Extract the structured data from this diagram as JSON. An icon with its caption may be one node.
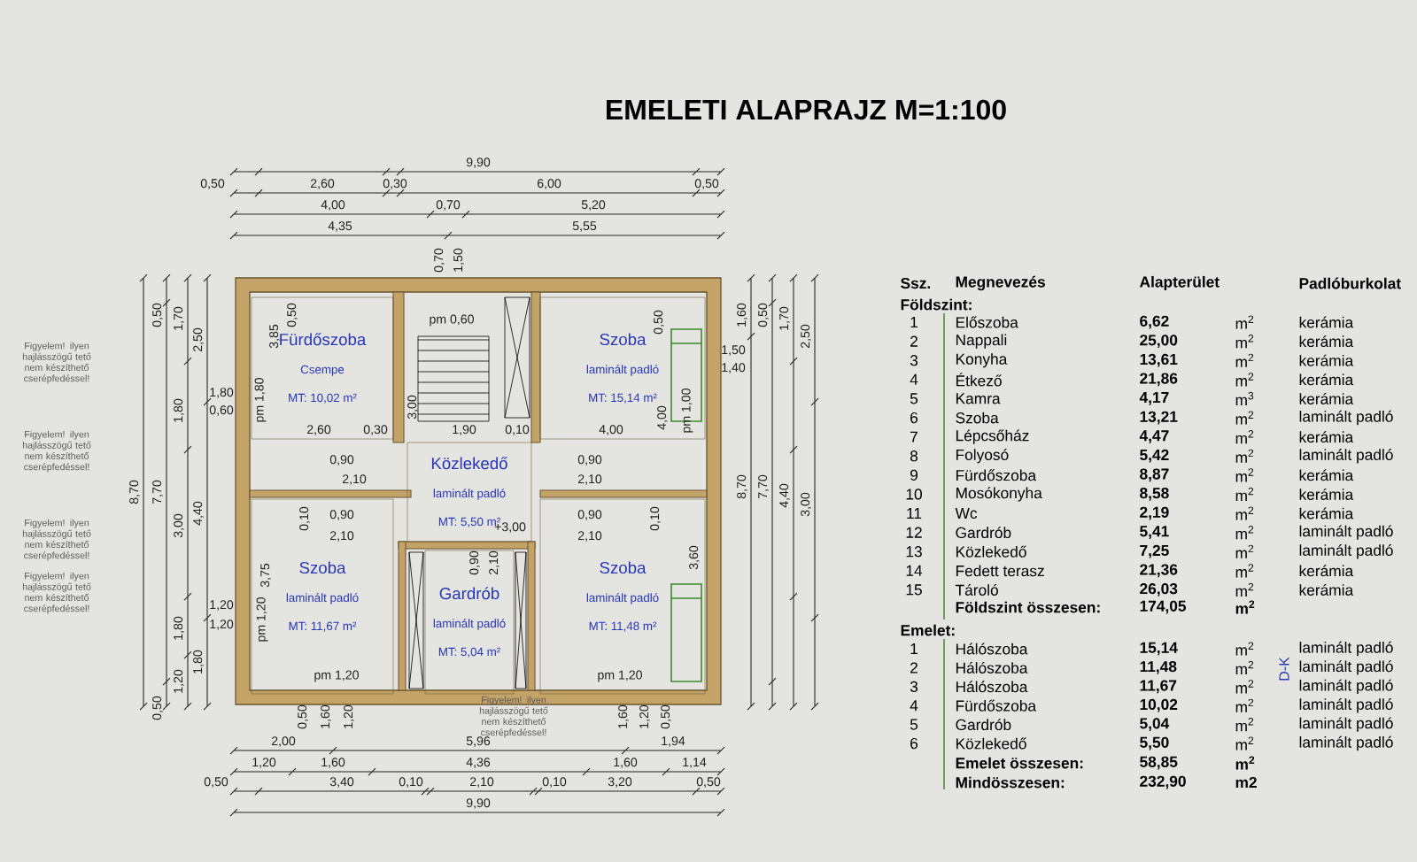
{
  "diagram": {
    "title": "EMELETI ALAPRAJZ  M=1:100",
    "nodes": [
      {
        "text": [
          "Fürdőszoba",
          "Csempe",
          "MT: 10,02 m²"
        ]
      },
      {
        "text": [
          "Szoba",
          "laminált padló",
          "MT: 15,14 m²"
        ]
      },
      {
        "text": [
          "Közlekedő",
          "laminált padló",
          "MT: 5,50 m²"
        ]
      },
      {
        "text": [
          "Szoba",
          "laminált padló",
          "MT: 11,67 m²"
        ]
      },
      {
        "text": [
          "Gardrób",
          "laminált padló",
          "MT: 5,04 m²"
        ]
      },
      {
        "text": [
          "Szoba",
          "laminált padló",
          "MT: 11,48 m²"
        ]
      }
    ],
    "labels": [
      "9,90",
      "0,50",
      "2,60",
      "0,30",
      "6,00",
      "0,50",
      "4,00",
      "0,70",
      "5,20",
      "4,35",
      "5,55",
      "0,70",
      "1,50",
      "0,50",
      "1,70",
      "2,50",
      "1,80",
      "0,60",
      "8,70",
      "7,70",
      "1,80",
      "3,00",
      "4,40",
      "1,80",
      "1,20",
      "1,20",
      "1,20",
      "1,80",
      "0,50",
      "1,50",
      "1,40",
      "1,60",
      "0,50",
      "1,70",
      "2,50",
      "8,70",
      "7,70",
      "4,40",
      "3,00",
      "0,50",
      "1,60",
      "1,20",
      "1,60",
      "1,20",
      "0,50",
      "2,00",
      "5,96",
      "1,94",
      "1,20",
      "1,60",
      "4,36",
      "1,60",
      "1,14",
      "0,50",
      "3,40",
      "0,10",
      "2,10",
      "0,10",
      "3,20",
      "0,50",
      "9,90",
      "0,50",
      "pm 0,60",
      "0,50",
      "pm 1,00",
      "4,00",
      "3,85",
      "pm 1,80",
      "2,60",
      "0,30",
      "3,00",
      "1,90",
      "0,10",
      "4,00",
      "0,90",
      "2,10",
      "0,90",
      "2,10",
      "0,10",
      "0,10",
      "0,90",
      "2,10",
      "+3,00",
      "0,90",
      "2,10",
      "0,90",
      "2,10",
      "3,75",
      "3,60",
      "pm 1,20",
      "pm 1,20",
      "pm 1,20",
      "Figyelem! ilyen hajlásszögű tető nem készíthető cserépfedéssel!",
      "Figyelem! ilyen hajlásszögű tető nem készíthető cserépfedéssel!",
      "Figyelem! ilyen hajlásszögű tető nem készíthető cserépfedéssel!",
      "Figyelem! ilyen hajlásszögű tető nem készíthető cserépfedéssel!",
      "Figyelem! ilyen hajlásszögű tető nem készíthető cserépfedéssel!",
      "D-K",
      "Ssz.",
      "Megnevezés",
      "Alapterület",
      "Padlóburkolat",
      "Földszint:",
      "1",
      "Előszoba",
      "6,62",
      "m$^{2}$",
      "kerámia",
      "2",
      "Nappali",
      "25,00",
      "m$^{2}$",
      "kerámia",
      "3",
      "Konyha",
      "13,61",
      "m$^{2}$",
      "kerámia",
      "4",
      "Étkező",
      "21,86",
      "m$^{2}$",
      "kerámia",
      "5",
      "Kamra",
      "4,17",
      "m$^{3}$",
      "kerámia",
      "6",
      "Szoba",
      "13,21",
      "m$^{2}$",
      "laminált padló",
      "7",
      "Lépcsőház",
      "4,47",
      "m$^{2}$",
      "kerámia",
      "8",
      "Folyosó",
      "5,42",
      "m$^{2}$",
      "laminált padló",
      "9",
      "Fürdőszoba",
      "8,87",
      "m$^{2}$",
      "kerámia",
      "10",
      "Mosókonyha",
      "8,58",
      "m$^{2}$",
      "kerámia",
      "11",
      "Wc",
      "2,19",
      "m$^{2}$",
      "kerámia",
      "12",
      "Gardrób",
      "5,41",
      "m$^{2}$",
      "laminált padló",
      "13",
      "Közlekedő",
      "7,25",
      "m$^{2}$",
      "laminált padló",
      "14",
      "Fedett terasz",
      "21,36",
      "m$^{2}$",
      "kerámia",
      "15",
      "Tároló",
      "26,03",
      "m$^{2}$",
      "kerámia",
      "Földszint összesen:",
      "174,05",
      "m$^{2}$",
      "Emelet:",
      "1",
      "Hálószoba",
      "15,14",
      "m$^{2}$",
      "laminált padló",
      "2",
      "Hálószoba",
      "11,48",
      "m$^{2}$",
      "laminált padló",
      "3",
      "Hálószoba",
      "11,67",
      "m$^{2}$",
      "laminált padló",
      "4",
      "Fürdőszoba",
      "10,02",
      "m$^{2}$",
      "laminált padló",
      "5",
      "Gardrób",
      "5,04",
      "m$^{2}$",
      "laminált padló",
      "6",
      "Közlekedő",
      "5,50",
      "m$^{2}$",
      "laminált padló",
      "Emelet összesen:",
      "58,85",
      "m$^{2}$",
      "Mindösszesen:",
      "232,90",
      "m2"
    ]
  }
}
